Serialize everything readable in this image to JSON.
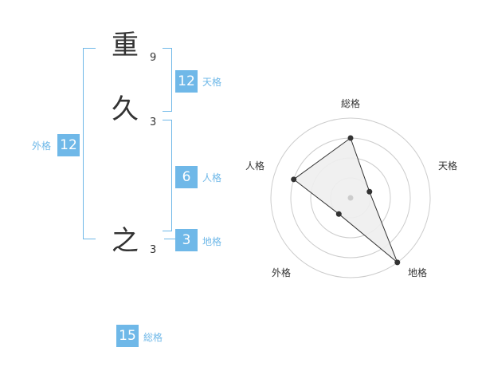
{
  "name": {
    "characters": [
      {
        "char": "重",
        "strokes": "9"
      },
      {
        "char": "久",
        "strokes": "3"
      },
      {
        "char": "之",
        "strokes": "3"
      }
    ]
  },
  "kaku": {
    "tenkaku": {
      "value": "12",
      "label": "天格"
    },
    "jinkaku": {
      "value": "6",
      "label": "人格"
    },
    "chikaku": {
      "value": "3",
      "label": "地格"
    },
    "gaikaku": {
      "value": "12",
      "label": "外格"
    },
    "soukaku": {
      "value": "15",
      "label": "総格"
    }
  },
  "colors": {
    "accent": "#6fb8e8",
    "text": "#333333",
    "grid": "#cccccc",
    "fill": "#eeeeee"
  },
  "chart_data": {
    "type": "radar",
    "axes": [
      "総格",
      "天格",
      "地格",
      "外格",
      "人格"
    ],
    "values": [
      0.75,
      0.25,
      1.0,
      0.25,
      0.75
    ],
    "rings": 4
  }
}
